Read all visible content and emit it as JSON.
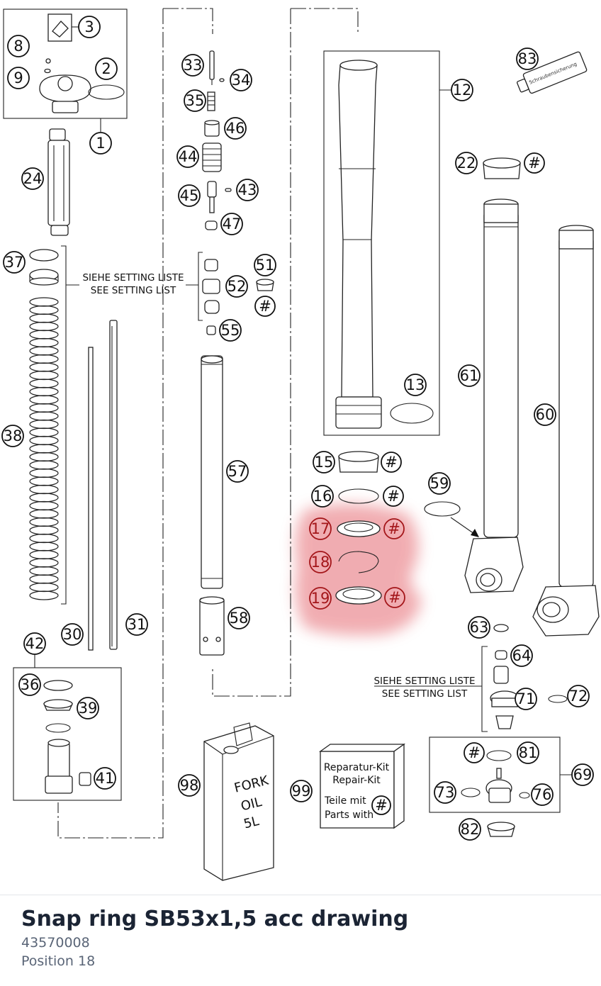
{
  "labels": {
    "l1": "1",
    "l2": "2",
    "l3": "3",
    "l8": "8",
    "l9": "9",
    "l12": "12",
    "l13": "13",
    "l15": "15",
    "l16": "16",
    "l17": "17",
    "l18": "18",
    "l19": "19",
    "l22": "22",
    "l24": "24",
    "l30": "30",
    "l31": "31",
    "l33": "33",
    "l34": "34",
    "l35": "35",
    "l36": "36",
    "l37": "37",
    "l38": "38",
    "l39": "39",
    "l41": "41",
    "l42": "42",
    "l43": "43",
    "l44": "44",
    "l45": "45",
    "l46": "46",
    "l47": "47",
    "l51": "51",
    "l52": "52",
    "l55": "55",
    "l57": "57",
    "l58": "58",
    "l59": "59",
    "l60": "60",
    "l61": "61",
    "l63": "63",
    "l64": "64",
    "l69": "69",
    "l71": "71",
    "l72": "72",
    "l73": "73",
    "l76": "76",
    "l81": "81",
    "l82": "82",
    "l83": "83",
    "l98": "98",
    "l99": "99",
    "hash": "#"
  },
  "notes": {
    "setting_de": "SIEHE SETTING LISTE",
    "setting_en": "SEE SETTING LIST"
  },
  "kit": {
    "line1": "Reparatur-Kit",
    "line2": "Repair-Kit",
    "line3": "Teile mit",
    "line4": "Parts with",
    "hash": "#"
  },
  "can": {
    "line1": "FORK",
    "line2": "OIL",
    "line3": "5L"
  },
  "tube_text": "Schraubensicherung",
  "highlight": {
    "positions": [
      "17",
      "18",
      "19"
    ],
    "color": "#e8868a"
  },
  "footer": {
    "title": "Snap ring SB53x1,5 acc drawing",
    "part_number": "43570008",
    "position": "Position 18"
  }
}
